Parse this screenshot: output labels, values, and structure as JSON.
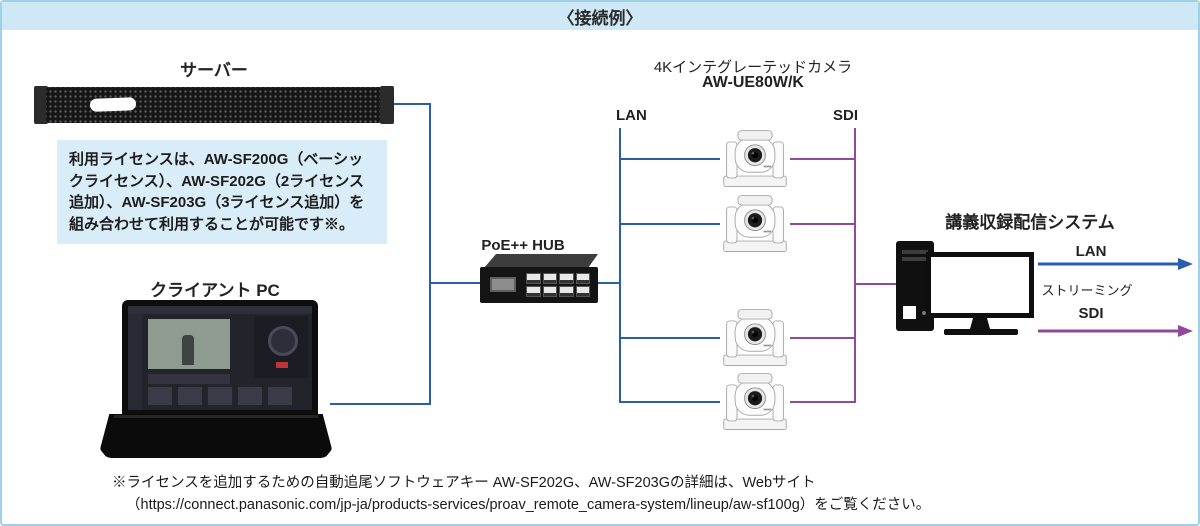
{
  "header": {
    "title": "〈接続例〉"
  },
  "server": {
    "label": "サーバー"
  },
  "license_note": {
    "text": "利用ライセンスは、AW-SF200G（ベーシッ\nクライセンス）、AW-SF202G（2ライセンス\n追加）、AW-SF203G（3ライセンス追加）を\n組み合わせて利用することが可能です※。"
  },
  "client_pc": {
    "label": "クライアント PC"
  },
  "hub": {
    "label": "PoE++ HUB"
  },
  "cameras": {
    "title": "4Kインテグレーテッドカメラ",
    "model": "AW-UE80W/K",
    "count": 4
  },
  "bus": {
    "lan_label": "LAN",
    "sdi_label": "SDI"
  },
  "system": {
    "label": "講義収録配信システム",
    "outputs": {
      "lan": "LAN",
      "streaming": "ストリーミング",
      "sdi": "SDI"
    }
  },
  "footnote": {
    "line1": "※ライセンスを追加するための自動追尾ソフトウェアキー AW-SF202G、AW-SF203Gの詳細は、Webサイト",
    "line2": "（https://connect.panasonic.com/jp-ja/products-services/proav_remote_camera-system/lineup/aw-sf100g）をご覧ください。"
  },
  "colors": {
    "lan_blue": "#2b5dad",
    "sdi_purple": "#8f4a9c",
    "panel_blue": "#cfe8f6",
    "note_blue": "#d9edf8",
    "frame_blue": "#9ed0ea"
  }
}
